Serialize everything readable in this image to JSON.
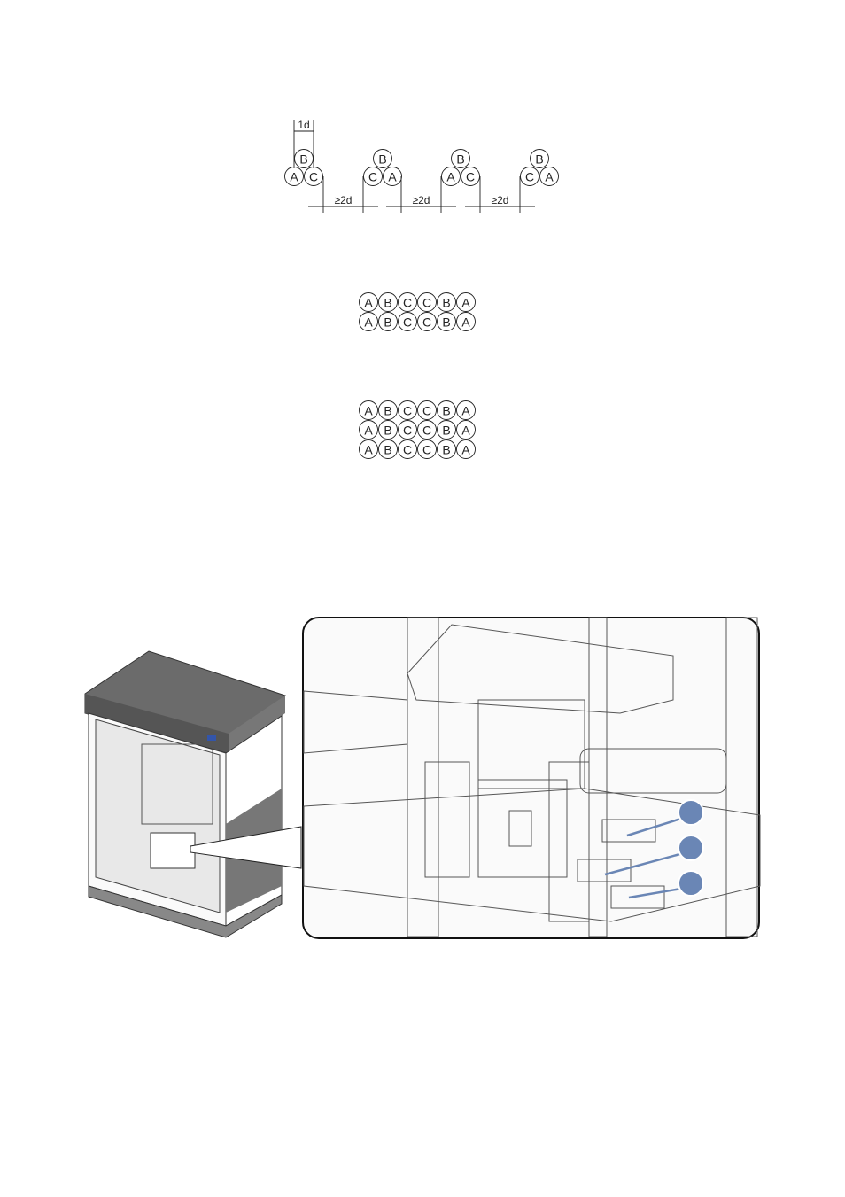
{
  "figure1": {
    "dim_top": "1d",
    "dim_spacing": "≥2d",
    "groups": [
      {
        "top": "B",
        "left": "A",
        "right": "C"
      },
      {
        "top": "B",
        "left": "C",
        "right": "A"
      },
      {
        "top": "B",
        "left": "A",
        "right": "C"
      },
      {
        "top": "B",
        "left": "C",
        "right": "A"
      }
    ]
  },
  "figure2": {
    "rows": [
      [
        "A",
        "B",
        "C",
        "C",
        "B",
        "A"
      ],
      [
        "A",
        "B",
        "C",
        "C",
        "B",
        "A"
      ]
    ]
  },
  "figure3": {
    "rows": [
      [
        "A",
        "B",
        "C",
        "C",
        "B",
        "A"
      ],
      [
        "A",
        "B",
        "C",
        "C",
        "B",
        "A"
      ],
      [
        "A",
        "B",
        "C",
        "C",
        "B",
        "A"
      ]
    ]
  },
  "figure4": {
    "callout_color": "#6a86b5",
    "callouts": 3
  }
}
